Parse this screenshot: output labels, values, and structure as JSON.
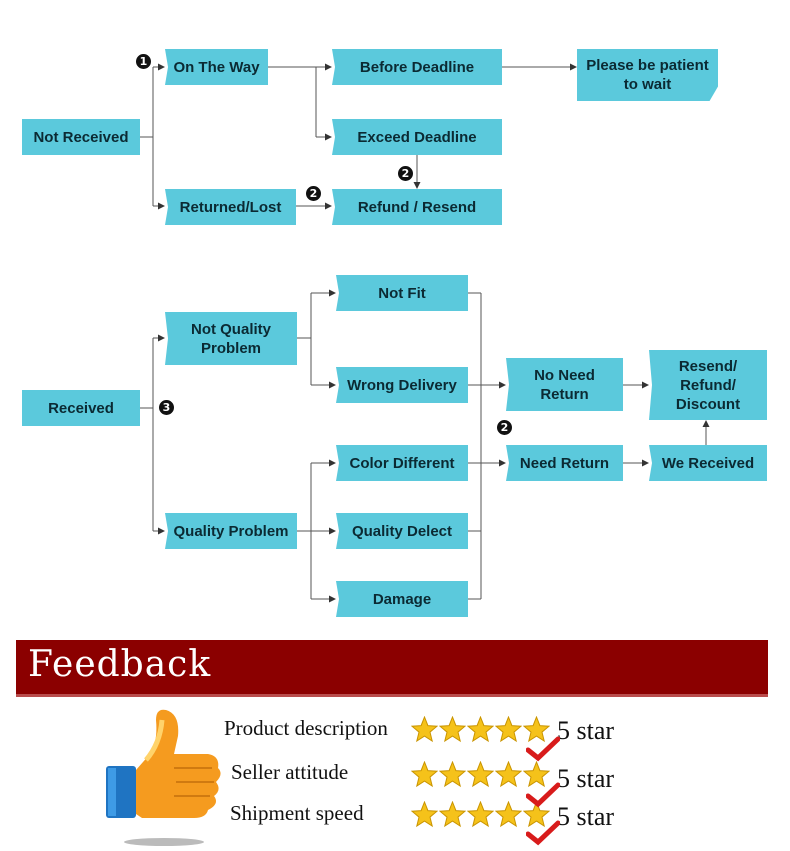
{
  "colors": {
    "box": "#5bc9dc",
    "banner": "#8b0000",
    "star": "#f5c21a",
    "check": "#d81b1b"
  },
  "badges": {
    "one": "1",
    "two": "2",
    "three": "3"
  },
  "not_received": {
    "root": "Not Received",
    "on_the_way": "On The Way",
    "before_deadline": "Before Deadline",
    "please_wait": "Please be patient to wait",
    "exceed_deadline": "Exceed Deadline",
    "returned_lost": "Returned/Lost",
    "refund_resend": "Refund / Resend"
  },
  "received": {
    "root": "Received",
    "not_quality": "Not Quality Problem",
    "quality": "Quality Problem",
    "not_fit": "Not Fit",
    "wrong_delivery": "Wrong Delivery",
    "color_different": "Color Different",
    "quality_defect": "Quality Delect",
    "damage": "Damage",
    "no_need_return": "No Need Return",
    "need_return": "Need Return",
    "resend_refund_discount": "Resend/ Refund/ Discount",
    "we_received": "We Received"
  },
  "feedback": {
    "title": "Feedback",
    "icon": "thumbs-up-icon",
    "rows": [
      {
        "label": "Product description",
        "rating": "5 star",
        "stars": 5
      },
      {
        "label": "Seller attitude",
        "rating": "5 star",
        "stars": 5
      },
      {
        "label": "Shipment speed",
        "rating": "5 star",
        "stars": 5
      }
    ]
  }
}
